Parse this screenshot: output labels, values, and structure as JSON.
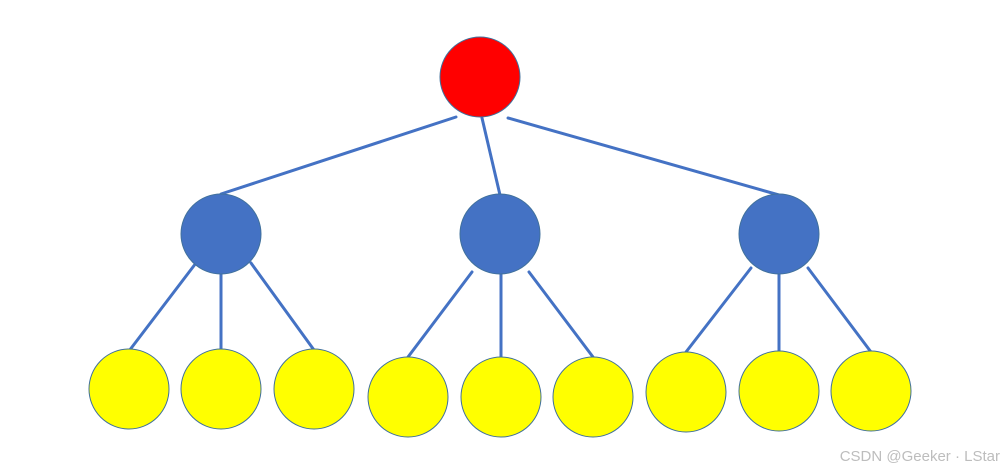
{
  "colors": {
    "root": "#ff0000",
    "middle": "#4472c4",
    "leaf": "#ffff00",
    "edge": "#4472c4",
    "node_stroke": "#41719c",
    "watermark": "#bdbdbd"
  },
  "tree": {
    "levels": 3,
    "branching_factor": 3,
    "root_count": 1,
    "middle_count": 3,
    "leaf_count": 9
  },
  "watermark": {
    "text": "CSDN @Geeker · LStar"
  }
}
